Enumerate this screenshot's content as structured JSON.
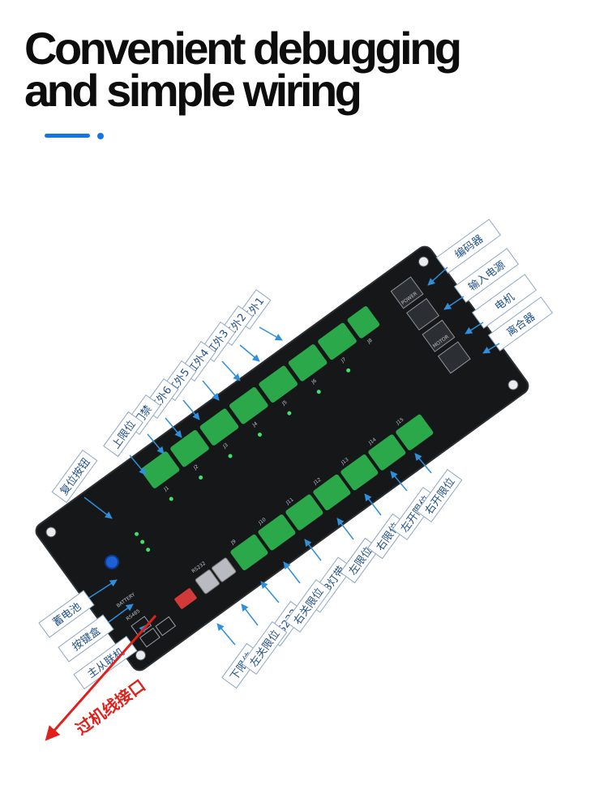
{
  "headline": {
    "line1": "Convenient debugging",
    "line2": "and simple wiring"
  },
  "colors": {
    "accent": "#1576e0",
    "board": "#151719",
    "terminal": "#2aa84a",
    "led": "#3ee36a",
    "callout": "#e0201b",
    "label_text": "#1f4f86",
    "leader": "#2f8fdb"
  },
  "labels": {
    "top_right": [
      "编码器",
      "输入电源",
      "电机",
      "离合器"
    ],
    "top_left": [
      "红外1",
      "红外2",
      "红外3",
      "红外4",
      "红外5",
      "红外6",
      "门禁",
      "上限位"
    ],
    "left": [
      "蓄电池",
      "按键盒",
      "主从联机"
    ],
    "side": "复位按钮",
    "bottom": [
      "下限位",
      "RS232",
      "RGB灯带",
      "左限位",
      "右限位",
      "左开限位",
      "右开限位",
      "左关限位",
      "右关限位"
    ]
  },
  "callout": {
    "text": "过机线接口"
  },
  "silkscreen": {
    "terminals": [
      "J1",
      "J2",
      "J3",
      "J4",
      "J5",
      "J6",
      "J7",
      "J8"
    ],
    "bottom_terminals": [
      "J9",
      "J10",
      "J11",
      "J12",
      "J13",
      "J14",
      "J15"
    ],
    "battery": "BATTERY",
    "rs485": "RS485",
    "rs232": "RS232",
    "motor": "MOTOR",
    "power": "POWER"
  }
}
